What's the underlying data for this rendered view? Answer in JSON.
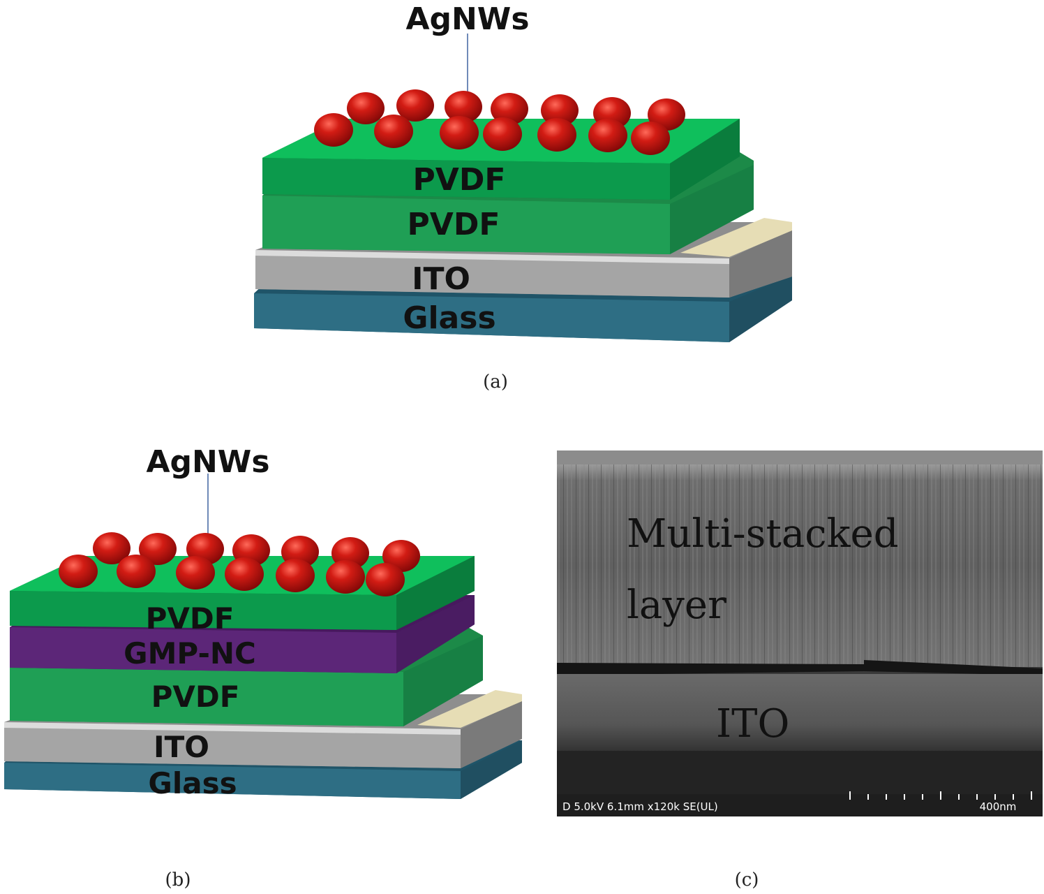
{
  "panel_a": {
    "agnw_label": "AgNWs",
    "layers": {
      "pvdf_top": "PVDF",
      "pvdf_bottom": "PVDF",
      "ito": "ITO",
      "glass": "Glass"
    },
    "caption": "(a)"
  },
  "panel_b": {
    "agnw_label": "AgNWs",
    "layers": {
      "pvdf_top": "PVDF",
      "gmp_nc": "GMP-NC",
      "pvdf_bottom": "PVDF",
      "ito": "ITO",
      "glass": "Glass"
    },
    "caption": "(b)"
  },
  "panel_c": {
    "label_multi_line1": "Multi-stacked",
    "label_multi_line2": "layer",
    "label_ito": "ITO",
    "footer_info": "D 5.0kV 6.1mm x120k SE(UL)",
    "scale_label": "400nm",
    "caption": "(c)"
  },
  "colors": {
    "green_top": "#0fbf5c",
    "green_front": "#0c9a4c",
    "green_side": "#0a7d3d",
    "pvdf2_front": "#1f9f55",
    "purple": "#5c2678",
    "ito_gray": "#a5a5a5",
    "ito_pad": "#e6ddb5",
    "glass": "#2e6e84",
    "agnw_red": "#b01010"
  }
}
